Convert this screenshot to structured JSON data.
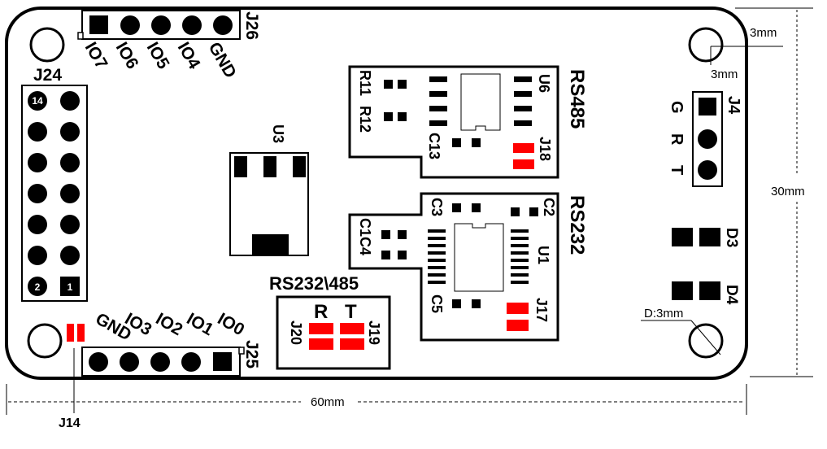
{
  "board": {
    "outline_color": "#000000",
    "pad_color": "#000000",
    "jumper_color": "#ff0000",
    "headers": {
      "j26": {
        "ref": "J26",
        "pins": [
          "IO7",
          "IO6",
          "IO5",
          "IO4",
          "GND"
        ]
      },
      "j25": {
        "ref": "J25",
        "pins": [
          "GND",
          "IO3",
          "IO2",
          "IO1",
          "IO0"
        ]
      },
      "j24": {
        "ref": "J24",
        "pin_first": "1",
        "pin_second": "2",
        "pin_last": "14"
      },
      "j4": {
        "ref": "J4",
        "pins": [
          "G",
          "R",
          "T"
        ]
      }
    },
    "sections": {
      "rs485": "RS485",
      "rs232": "RS232",
      "selector": "RS232\\485"
    },
    "components": {
      "u3": "U3",
      "u6": "U6",
      "u1": "U1",
      "r11": "R11",
      "r12": "R12",
      "c13": "C13",
      "j18": "J18",
      "c2": "C2",
      "c3": "C3",
      "c1c4": "C1C4",
      "c5": "C5",
      "j17": "J17",
      "j19": "J19",
      "j20": "J20",
      "j19_label": "T",
      "j20_label": "R",
      "d3": "D3",
      "d4": "D4",
      "j14": "J14"
    },
    "dimensions": {
      "hole_offset_x": "3mm",
      "hole_offset_y": "3mm",
      "height": "30mm",
      "width": "60mm",
      "hole_diameter": "D:3mm"
    }
  }
}
